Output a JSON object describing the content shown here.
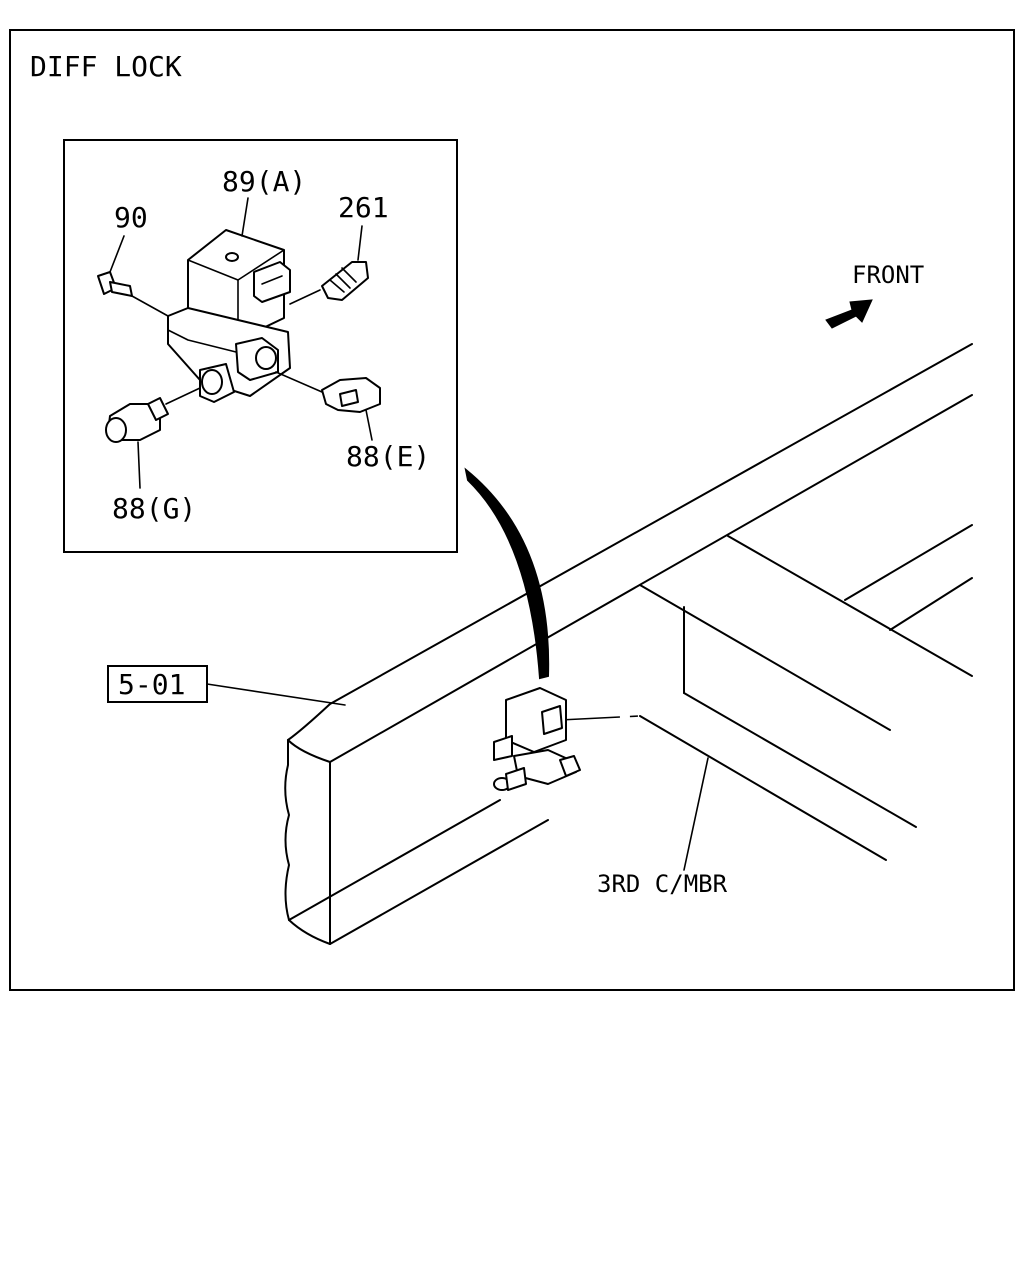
{
  "title": "DIFF LOCK",
  "direction_label": "FRONT",
  "reference_box": "5-01",
  "member_label": "3RD C/MBR",
  "callouts": {
    "solenoid_valve": "89(A)",
    "bolt": "90",
    "plug": "261",
    "elbow_fitting": "88(E)",
    "straight_fitting": "88(G)"
  }
}
